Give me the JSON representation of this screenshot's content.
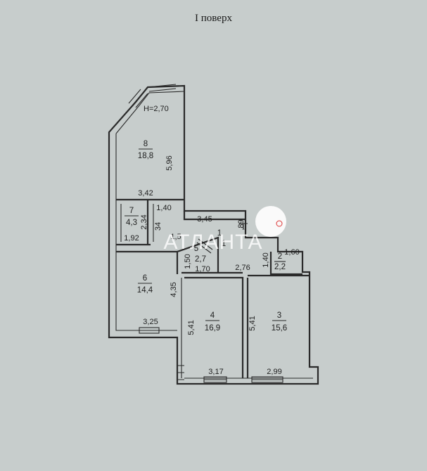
{
  "title": "І поверх",
  "height_label": "Н=2,70",
  "watermark": "АТЛАНТА",
  "rooms": [
    {
      "num": "8",
      "area": "18,8"
    },
    {
      "num": "7",
      "area": "4,3"
    },
    {
      "num": "6",
      "area": "14,4"
    },
    {
      "num": "1",
      "area": "1"
    },
    {
      "num": "5",
      "area": "2,7"
    },
    {
      "num": "2",
      "area": "2,2"
    },
    {
      "num": "4",
      "area": "16,9"
    },
    {
      "num": "3",
      "area": "15,6"
    }
  ],
  "dimensions": {
    "d_596": "5,96",
    "d_342": "3,42",
    "d_140a": "1,40",
    "d_234": "2,34",
    "d_34": "34",
    "d_192": "1,92",
    "d_15": "1,5",
    "d_345": "3,45",
    "d_189": ",89",
    "d_160": "1,60",
    "d_140b": "1,40",
    "d_276": "2,76",
    "d_150": "1,50",
    "d_170": "1,70",
    "d_435": "4,35",
    "d_325": "3,25",
    "d_541a": "5,41",
    "d_541b": "5,41",
    "d_317": "3,17",
    "d_299": "2,99"
  },
  "colors": {
    "background": "#c7cdcc",
    "wall": "#2a2a2a",
    "logo": "#ffffff"
  }
}
